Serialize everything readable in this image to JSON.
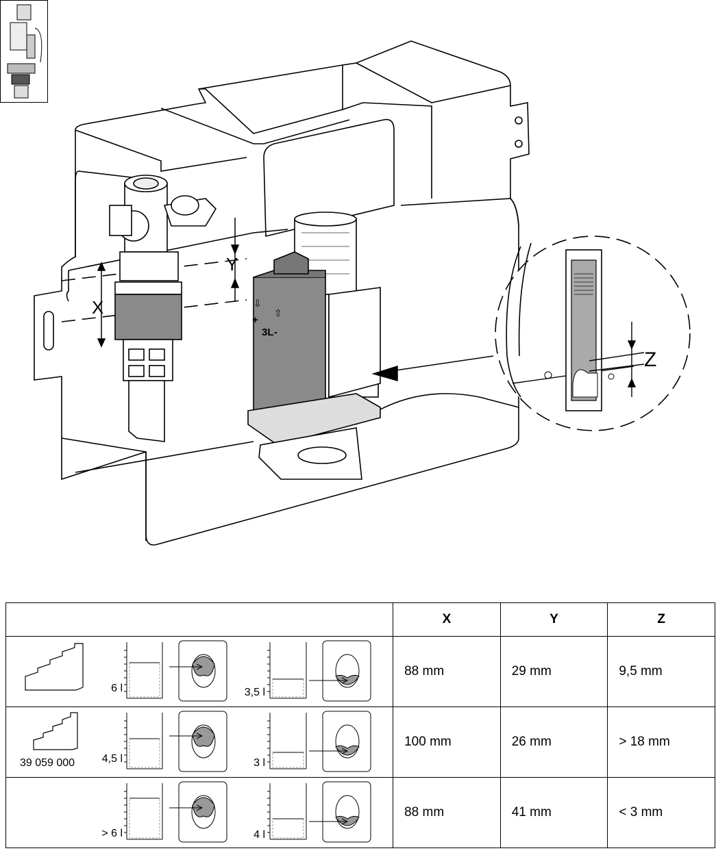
{
  "columns": [
    "",
    "X",
    "Y",
    "Z"
  ],
  "rows": [
    {
      "cistern_icon": "cistern-stair-large-icon",
      "article_number": "",
      "full_flush": "6 l",
      "part_flush": "3,5 l",
      "x": "88 mm",
      "y": "29 mm",
      "z": "9,5 mm"
    },
    {
      "cistern_icon": "cistern-stair-small-icon",
      "article_number": "39 059 000",
      "full_flush": "4,5 l",
      "part_flush": "3 l",
      "x": "100 mm",
      "y": "26 mm",
      "z": "> 18 mm"
    },
    {
      "cistern_icon": "none",
      "article_number": "",
      "full_flush": "> 6 l",
      "part_flush": "4 l",
      "x": "88 mm",
      "y": "41 mm",
      "z": "< 3 mm"
    }
  ],
  "illustration": {
    "dimension_labels": {
      "x": "X",
      "y": "Y",
      "z": "Z"
    },
    "valve_marking": "3L",
    "icons": [
      "concealed-cistern-illustration",
      "fill-valve-icon",
      "flush-valve-icon",
      "detail-zoom-icon",
      "thumbnail-valve-icon"
    ]
  }
}
